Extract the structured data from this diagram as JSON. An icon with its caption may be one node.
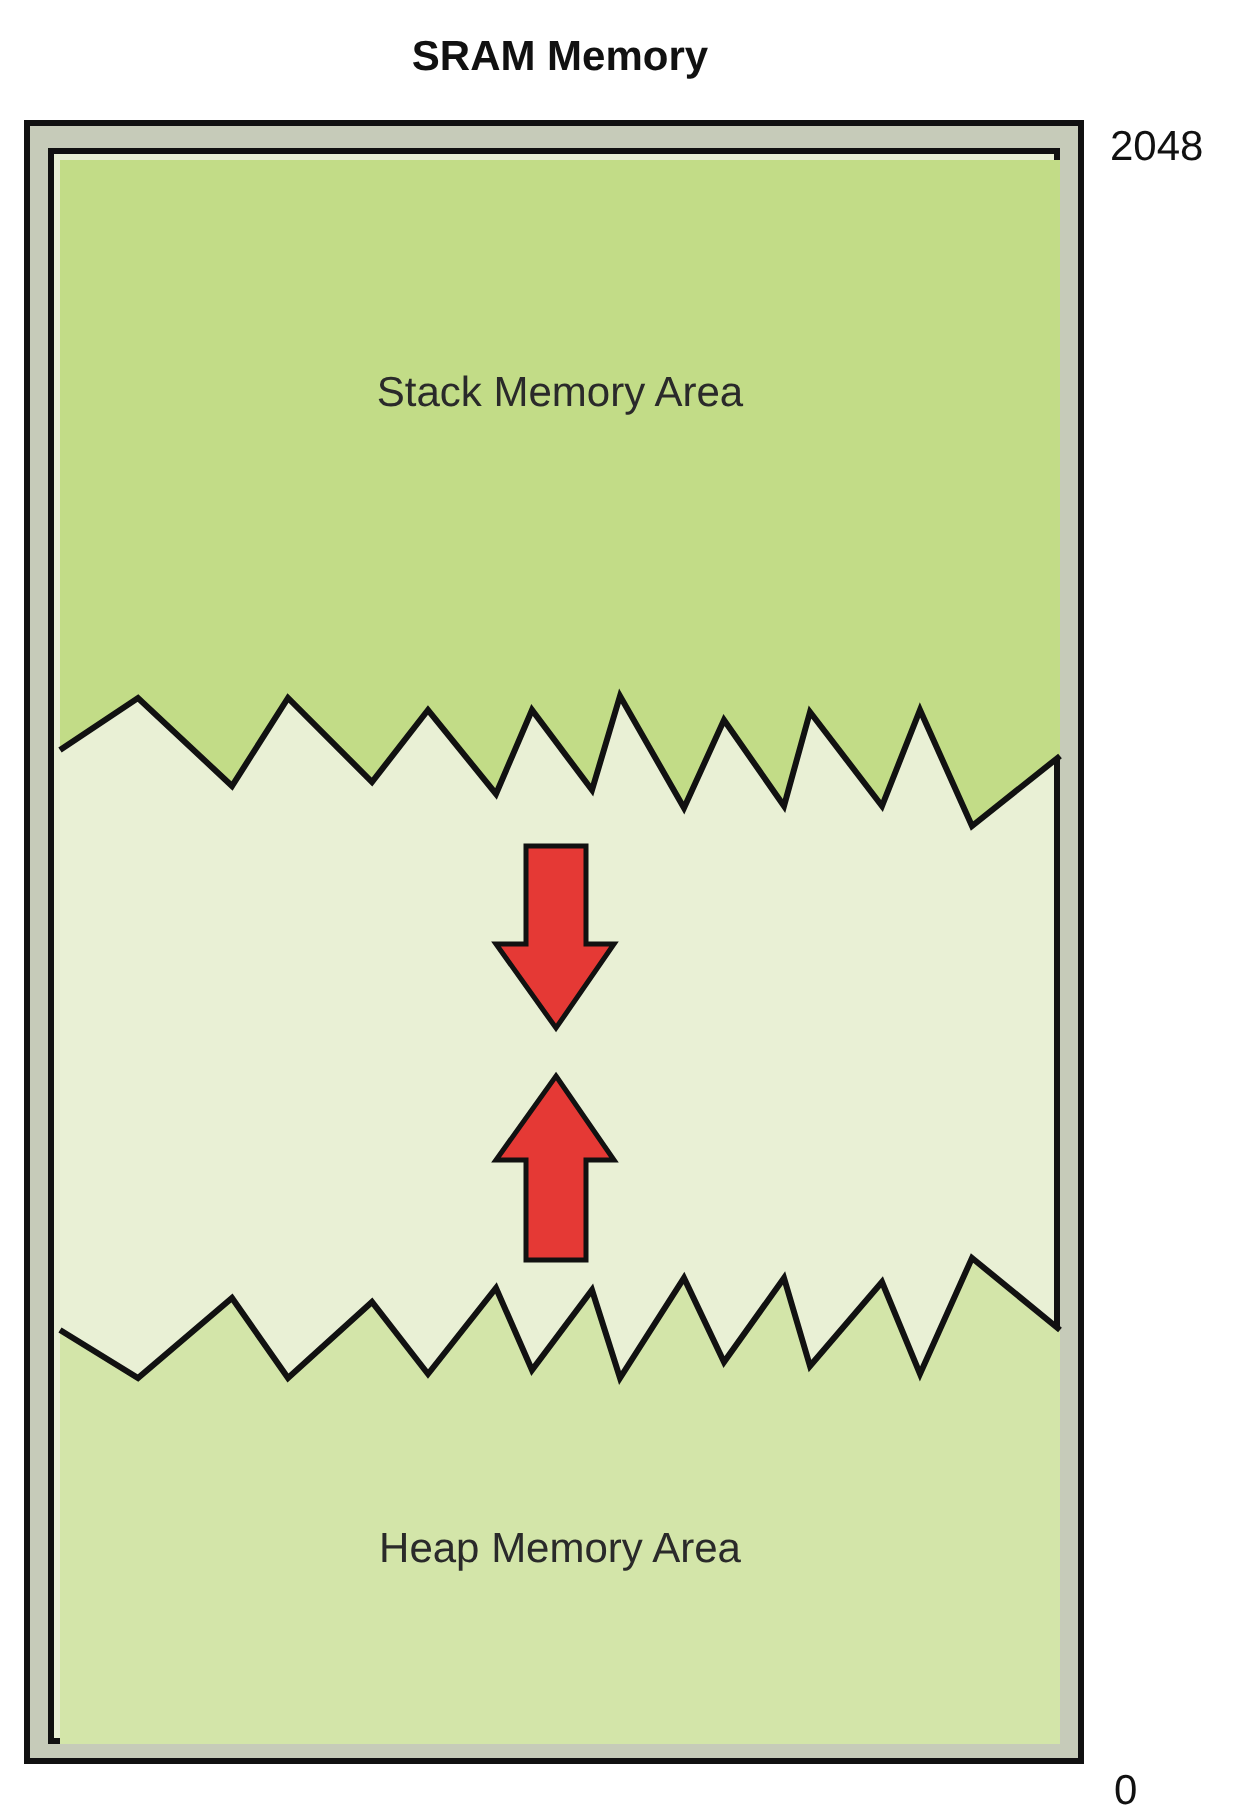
{
  "diagram": {
    "nodes": [
      {
        "text": [
          "SRAM Memory"
        ]
      },
      {
        "text": [
          "Stack Memory Area"
        ],
        "in": 0
      },
      {
        "text": [
          "Heap Memory Area"
        ],
        "in": 0
      }
    ],
    "labels": [
      "2048",
      "0"
    ]
  }
}
